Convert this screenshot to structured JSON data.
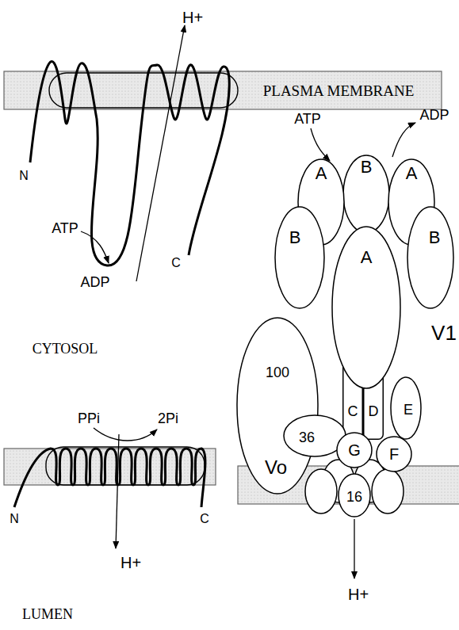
{
  "diagram": {
    "nodes": [
      {
        "text": [
          "PLASMA MEMBRANE"
        ]
      },
      {
        "text": [
          "A"
        ]
      },
      {
        "text": [
          "B"
        ]
      },
      {
        "text": [
          "A"
        ]
      },
      {
        "text": [
          "B"
        ]
      },
      {
        "text": [
          "A"
        ]
      },
      {
        "text": [
          "B"
        ]
      },
      {
        "text": [
          "100"
        ]
      },
      {
        "text": [
          "C"
        ]
      },
      {
        "text": [
          "D"
        ]
      },
      {
        "text": [
          "E"
        ]
      },
      {
        "text": [
          "36"
        ]
      },
      {
        "text": [
          "G"
        ]
      },
      {
        "text": [
          "F"
        ]
      },
      {
        "text": [
          "16"
        ]
      }
    ],
    "labels": [
      "H+",
      "N",
      "C",
      "ATP",
      "ADP",
      "CYTOSOL",
      "PPi",
      "2Pi",
      "N",
      "C",
      "H+",
      "LUMEN",
      "ATP",
      "ADP",
      "V1",
      "Vo",
      "H+"
    ]
  }
}
